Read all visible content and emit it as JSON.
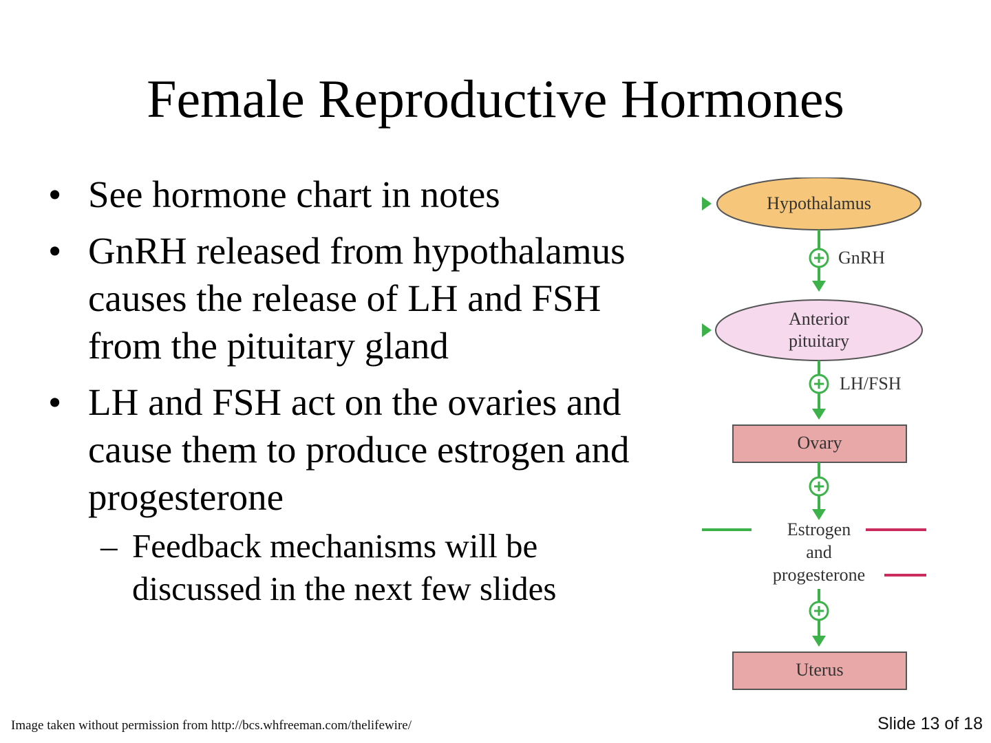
{
  "slide": {
    "title": "Female Reproductive Hormones",
    "bullets": [
      {
        "text": "See hormone chart in notes"
      },
      {
        "text": "GnRH released from hypothalamus causes the release of LH and FSH from the pituitary gland"
      },
      {
        "text": "LH and FSH act on the ovaries and cause them to produce estrogen and progesterone",
        "sub": "Feedback mechanisms will be discussed in the next few slides"
      }
    ],
    "bullet_symbol": "•",
    "sub_symbol": "–"
  },
  "diagram": {
    "hypothalamus": "Hypothalamus",
    "gnrh": "GnRH",
    "anterior": "Anterior",
    "pituitary": "pituitary",
    "lhfsh": "LH/FSH",
    "ovary": "Ovary",
    "estrogen": "Estrogen",
    "and": "and",
    "progesterone": "progesterone",
    "uterus": "Uterus",
    "colors": {
      "hypothalamus_fill": "#f6c77a",
      "pituitary_fill": "#f6d9ec",
      "box_fill": "#e8a8a8",
      "arrow_green": "#3db24a",
      "inhibit_red": "#cc2b5e"
    }
  },
  "footer": {
    "credit": "Image taken without permission from http://bcs.whfreeman.com/thelifewire/",
    "slide_number": "Slide 13 of 18"
  }
}
